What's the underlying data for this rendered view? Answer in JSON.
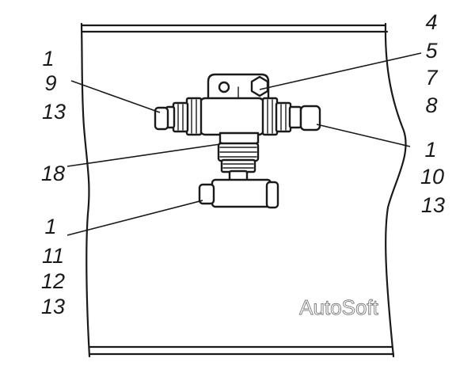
{
  "figure": {
    "callouts": {
      "left_top": [
        "1",
        "9",
        "13"
      ],
      "left_middle": "18",
      "left_bottom": [
        "1",
        "11",
        "12",
        "13"
      ],
      "right_top": [
        "4",
        "5",
        "7",
        "8"
      ],
      "right_bottom": [
        "1",
        "10",
        "13"
      ]
    },
    "watermark": "AutoSoft"
  }
}
